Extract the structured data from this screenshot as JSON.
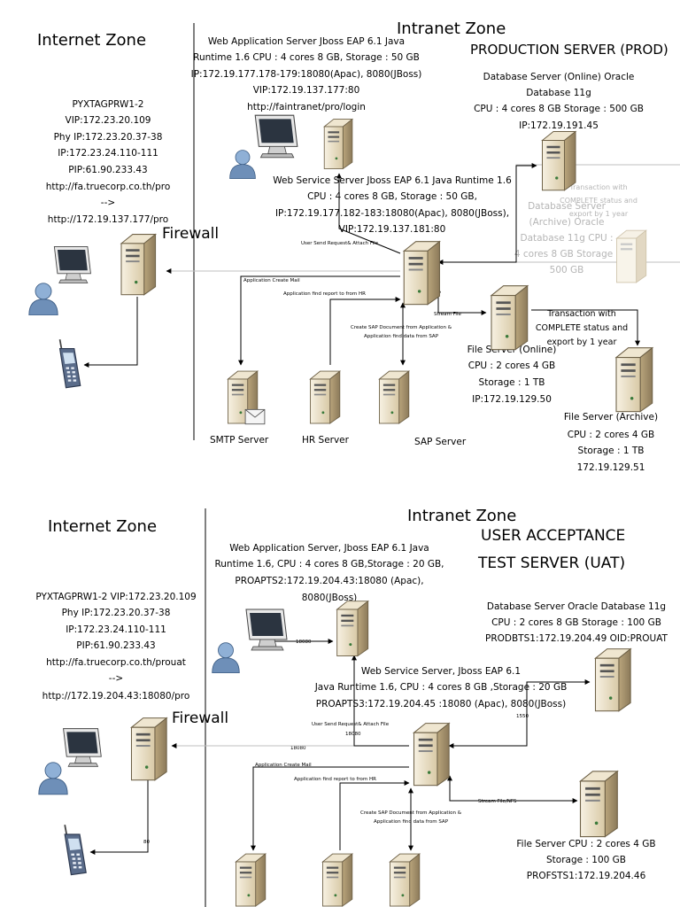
{
  "colors": {
    "server_light": "#ece2cc",
    "server_dark": "#8c7a5a",
    "user_blue": "#6e8fb8",
    "phone": "#5a6c8a",
    "line": "#000000"
  },
  "prod": {
    "internet_zone": "Internet Zone",
    "intranet_zone": "Intranet Zone",
    "title": "PRODUCTION SERVER (PROD)",
    "firewall": "Firewall",
    "proxy": [
      "PYXTAGPRW1-2",
      "VIP:172.23.20.109",
      "Phy IP:172.23.20.37-38",
      "IP:172.23.24.110-111",
      "PIP:61.90.233.43",
      "http://fa.truecorp.co.th/pro",
      "-->",
      "http://172.19.137.177/pro"
    ],
    "web_app": [
      "Web Application Server Jboss EAP 6.1 Java",
      "Runtime 1.6 CPU : 4 cores 8 GB, Storage : 50 GB",
      "IP:172.19.177.178-179:18080(Apac), 8080(JBoss)",
      "VIP:172.19.137.177:80",
      "http://faintranet/pro/login"
    ],
    "db": [
      "Database Server (Online) Oracle",
      "Database 11g",
      "CPU : 4 cores 8 GB Storage : 500 GB",
      "IP:172.19.191.45"
    ],
    "db_archive": [
      "Database Server",
      "(Archive) Oracle",
      "Database 11g CPU :",
      "4 cores 8 GB Storage :",
      "500 GB"
    ],
    "db_archive_note": [
      "Transaction with",
      "COMPLETE status and",
      "export by 1 year"
    ],
    "ws": [
      "Web Service Server Jboss EAP 6.1 Java Runtime 1.6",
      "CPU : 4 cores 8 GB,  Storage : 50 GB,",
      "IP:172.19.177.182-183:18080(Apac), 8080(JBoss),",
      "VIP:172.19.137.181:80"
    ],
    "fs": [
      "File Server (Online)",
      "CPU : 2 cores 4 GB",
      "Storage : 1 TB",
      "IP:172.19.129.50"
    ],
    "fs_note": [
      "Transaction with",
      "COMPLETE status and",
      "export by 1 year"
    ],
    "fs_archive": [
      "File Server (Archive)",
      "CPU : 2 cores 4 GB",
      "Storage : 1 TB",
      "172.19.129.51"
    ],
    "smtp": "SMTP Server",
    "hr": "HR Server",
    "sap": "SAP Server",
    "lbl_send": "User Send Request& Attach File",
    "lbl_mail": "Application Create Mail",
    "lbl_hr": "Application find report to from HR",
    "lbl_sap": [
      "Create SAP Document from Application &",
      "Application find data from SAP"
    ],
    "lbl_stream": "Stream File"
  },
  "uat": {
    "internet_zone": "Internet Zone",
    "intranet_zone": "Intranet Zone",
    "title": [
      "USER ACCEPTANCE",
      "TEST SERVER (UAT)"
    ],
    "firewall": "Firewall",
    "proxy": [
      "PYXTAGPRW1-2 VIP:172.23.20.109",
      "Phy IP:172.23.20.37-38",
      "IP:172.23.24.110-111",
      "PIP:61.90.233.43",
      "http://fa.truecorp.co.th/prouat",
      "-->",
      "http://172.19.204.43:18080/pro"
    ],
    "web_app": [
      "Web Application Server, Jboss EAP 6.1 Java",
      "Runtime 1.6, CPU : 4 cores 8 GB,Storage : 20 GB,",
      "PROAPTS2:172.19.204.43:18080 (Apac),",
      "8080(JBoss)"
    ],
    "db": [
      "Database Server Oracle Database 11g",
      "CPU : 2 cores 8 GB Storage : 100 GB",
      "PRODBTS1:172.19.204.49 OID:PROUAT"
    ],
    "ws": [
      "Web Service Server, Jboss EAP 6.1",
      "Java Runtime 1.6,  CPU : 4 cores 8 GB ,Storage : 20 GB",
      "PROAPTS3:172.19.204.45 :18080 (Apac), 8080(JBoss)"
    ],
    "fs": [
      "File Server CPU : 2 cores 4 GB",
      "Storage : 100 GB",
      "PROFSTS1:172.19.204.46"
    ],
    "lbl_18080a": "18080",
    "lbl_18080b": "18080",
    "lbl_send": "User Send Request& Attach File",
    "lbl_send_port": "18080",
    "lbl_1550": "1550",
    "lbl_80": "80",
    "lbl_mail": "Application Create Mail",
    "lbl_hr": "Application find report to from HR",
    "lbl_sap": [
      "Create SAP Document from Application &",
      "Application find data from SAP"
    ],
    "lbl_stream": "Stream File/NFS"
  }
}
